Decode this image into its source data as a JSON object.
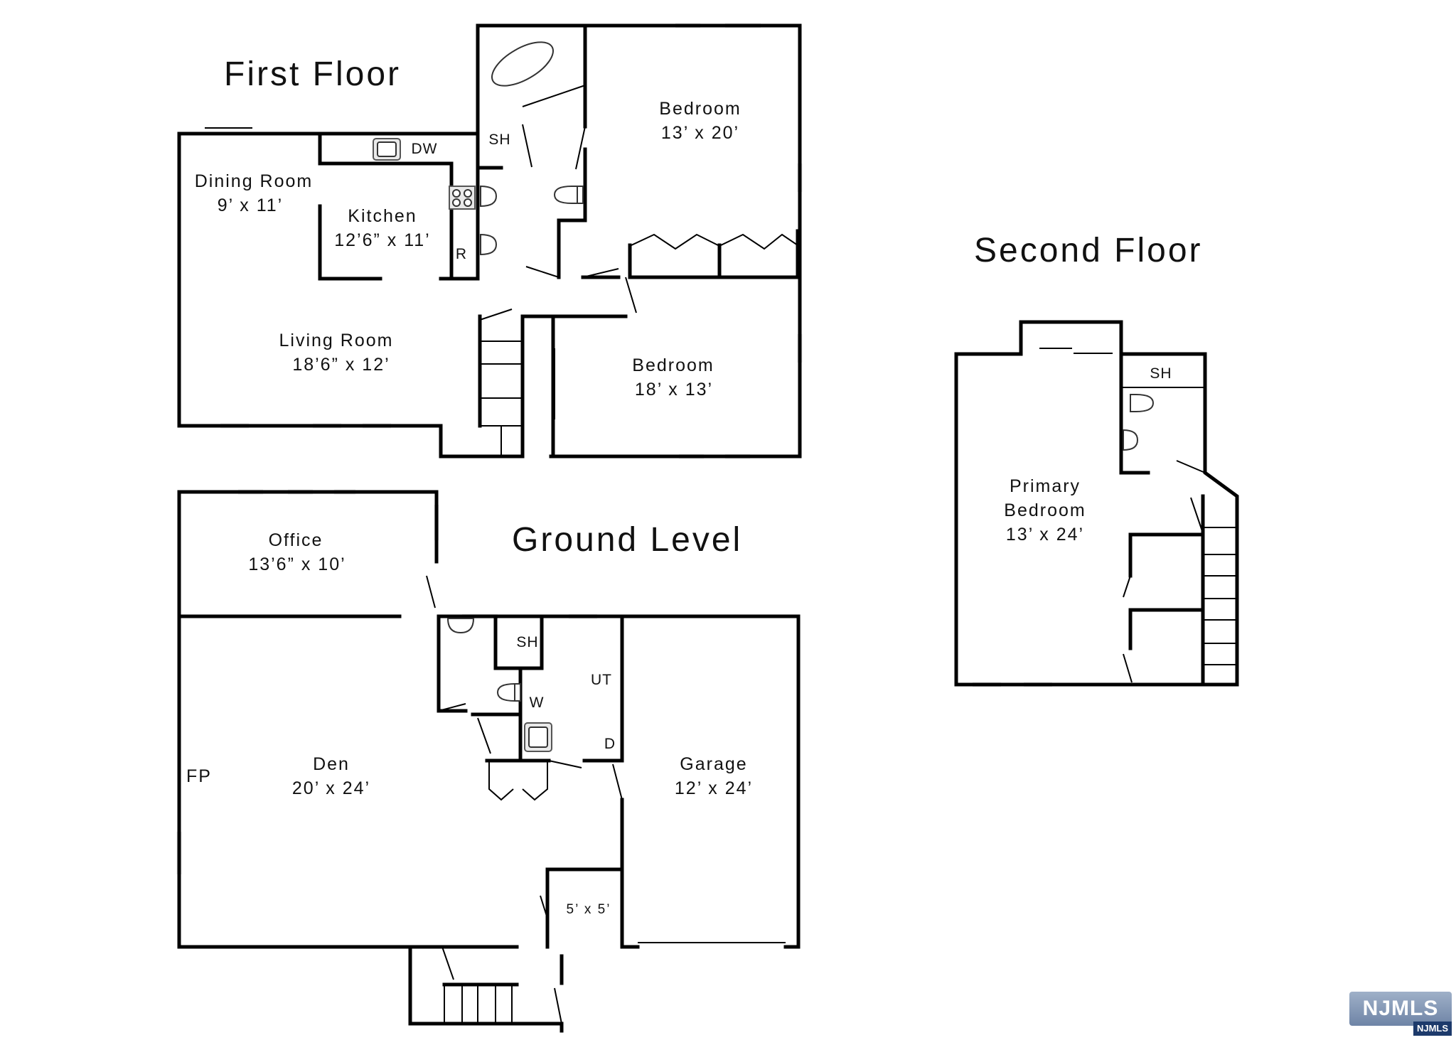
{
  "titles": {
    "first_floor": "First Floor",
    "second_floor": "Second Floor",
    "ground_level": "Ground Level"
  },
  "first_floor": {
    "dining_room": {
      "name": "Dining Room",
      "size": "9’ x 11’"
    },
    "kitchen": {
      "name": "Kitchen",
      "size": "12’6” x 11’"
    },
    "living_room": {
      "name": "Living Room",
      "size": "18’6” x 12’"
    },
    "bedroom_1": {
      "name": "Bedroom",
      "size": "13’ x 20’"
    },
    "bedroom_2": {
      "name": "Bedroom",
      "size": "18’ x 13’"
    },
    "labels": {
      "dishwasher": "DW",
      "shower": "SH",
      "refrigerator": "R"
    }
  },
  "second_floor": {
    "primary_bedroom": {
      "name_line1": "Primary",
      "name_line2": "Bedroom",
      "size": "13’ x 24’"
    },
    "labels": {
      "shower": "SH"
    }
  },
  "ground_level": {
    "office": {
      "name": "Office",
      "size": "13’6” x 10’"
    },
    "den": {
      "name": "Den",
      "size": "20’ x 24’"
    },
    "garage": {
      "name": "Garage",
      "size": "12’ x 24’"
    },
    "closet": {
      "size": "5’ x 5’"
    },
    "labels": {
      "fireplace": "FP",
      "shower": "SH",
      "washer": "W",
      "utility": "UT",
      "dryer": "D"
    }
  },
  "logo": {
    "main": "NJMLS",
    "badge": "NJMLS"
  }
}
